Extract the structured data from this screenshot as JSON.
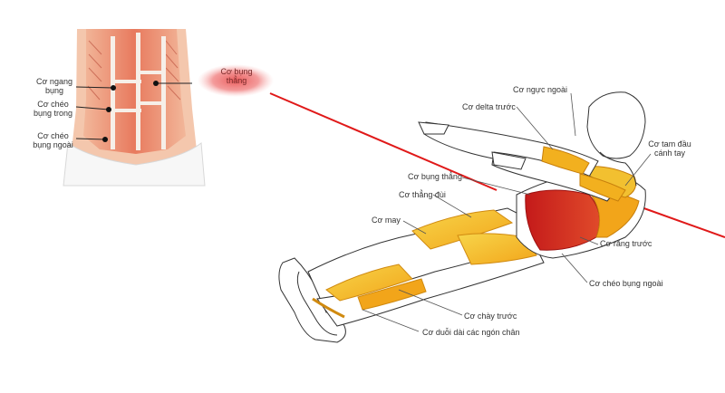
{
  "inset": {
    "labels": {
      "transversus": "Cơ ngang\nbụng",
      "internal_oblique": "Cơ chéo\nbụng trong",
      "external_oblique": "Cơ chéo\nbụng ngoài",
      "rectus": "Cơ bụng\nthẳng"
    }
  },
  "figure": {
    "labels": {
      "pectoralis": "Cơ ngực ngoài",
      "deltoid": "Cơ delta trước",
      "biceps": "Cơ tam đầu\ncánh tay",
      "rectus_abdominis": "Cơ bụng thẳng",
      "rectus_femoris": "Cơ thẳng đùi",
      "sartorius": "Cơ may",
      "serratus": "Cơ răng trước",
      "external_oblique": "Cơ chéo bụng ngoài",
      "tibialis": "Cơ chày trước",
      "extensor_digitorum": "Cơ duỗi dài các ngón chân"
    }
  },
  "colors": {
    "highlight_red": "#d62828",
    "pointer_red": "#e01919",
    "muscle_orange": "#f2a51a",
    "muscle_yellow": "#f7d54a"
  }
}
